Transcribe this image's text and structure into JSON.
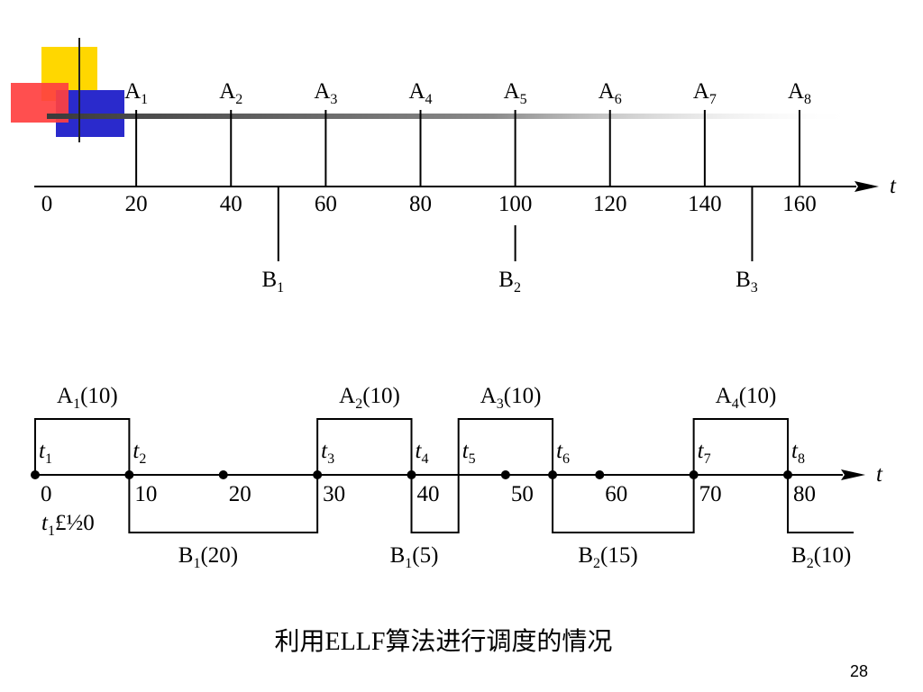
{
  "colors": {
    "ink": "#000000",
    "yellow": "#ffd700",
    "red": "#ff3030",
    "blue": "#2a2acc",
    "shade": "#3a3a3a"
  },
  "axis_label": "t",
  "top": {
    "origin_label": "0",
    "ticks": [
      "20",
      "40",
      "60",
      "80",
      "100",
      "120",
      "140",
      "160"
    ],
    "a_arrivals": [
      {
        "letter": "A",
        "sub": "1",
        "time": 20
      },
      {
        "letter": "A",
        "sub": "2",
        "time": 40
      },
      {
        "letter": "A",
        "sub": "3",
        "time": 60
      },
      {
        "letter": "A",
        "sub": "4",
        "time": 80
      },
      {
        "letter": "A",
        "sub": "5",
        "time": 100
      },
      {
        "letter": "A",
        "sub": "6",
        "time": 120
      },
      {
        "letter": "A",
        "sub": "7",
        "time": 140
      },
      {
        "letter": "A",
        "sub": "8",
        "time": 160
      }
    ],
    "b_arrivals": [
      {
        "letter": "B",
        "sub": "1",
        "time": 50
      },
      {
        "letter": "B",
        "sub": "2",
        "time": 100
      },
      {
        "letter": "B",
        "sub": "3",
        "time": 150
      }
    ]
  },
  "bottom": {
    "ticks": [
      "0",
      "10",
      "20",
      "30",
      "40",
      "50",
      "60",
      "70",
      "80"
    ],
    "t_markers": [
      {
        "letter": "t",
        "sub": "1",
        "time": 0
      },
      {
        "letter": "t",
        "sub": "2",
        "time": 10
      },
      {
        "letter": "t",
        "sub": "3",
        "time": 30
      },
      {
        "letter": "t",
        "sub": "4",
        "time": 40
      },
      {
        "letter": "t",
        "sub": "5",
        "time": 45
      },
      {
        "letter": "t",
        "sub": "6",
        "time": 55
      },
      {
        "letter": "t",
        "sub": "7",
        "time": 70
      },
      {
        "letter": "t",
        "sub": "8",
        "time": 80
      }
    ],
    "upper_blocks": [
      {
        "letter": "A",
        "sub": "1",
        "dur": "(10)",
        "start": 0,
        "end": 10
      },
      {
        "letter": "A",
        "sub": "2",
        "dur": "(10)",
        "start": 30,
        "end": 40
      },
      {
        "letter": "A",
        "sub": "3",
        "dur": "(10)",
        "start": 45,
        "end": 55
      },
      {
        "letter": "A",
        "sub": "4",
        "dur": "(10)",
        "start": 70,
        "end": 80
      }
    ],
    "lower_blocks": [
      {
        "letter": "B",
        "sub": "1",
        "dur": "(20)",
        "start": 10,
        "end": 30
      },
      {
        "letter": "B",
        "sub": "1",
        "dur": "(5)",
        "start": 40,
        "end": 45
      },
      {
        "letter": "B",
        "sub": "2",
        "dur": "(15)",
        "start": 55,
        "end": 70
      },
      {
        "letter": "B",
        "sub": "2",
        "dur": "(10)",
        "start": 80,
        "end": 87
      }
    ],
    "dot_times": [
      0,
      10,
      20,
      30,
      40,
      50,
      55,
      60,
      70,
      80
    ],
    "note": {
      "letter": "t",
      "sub": "1",
      "rest": "£½0"
    }
  },
  "caption": "利用ELLF算法进行调度的情况",
  "page_number": "28"
}
